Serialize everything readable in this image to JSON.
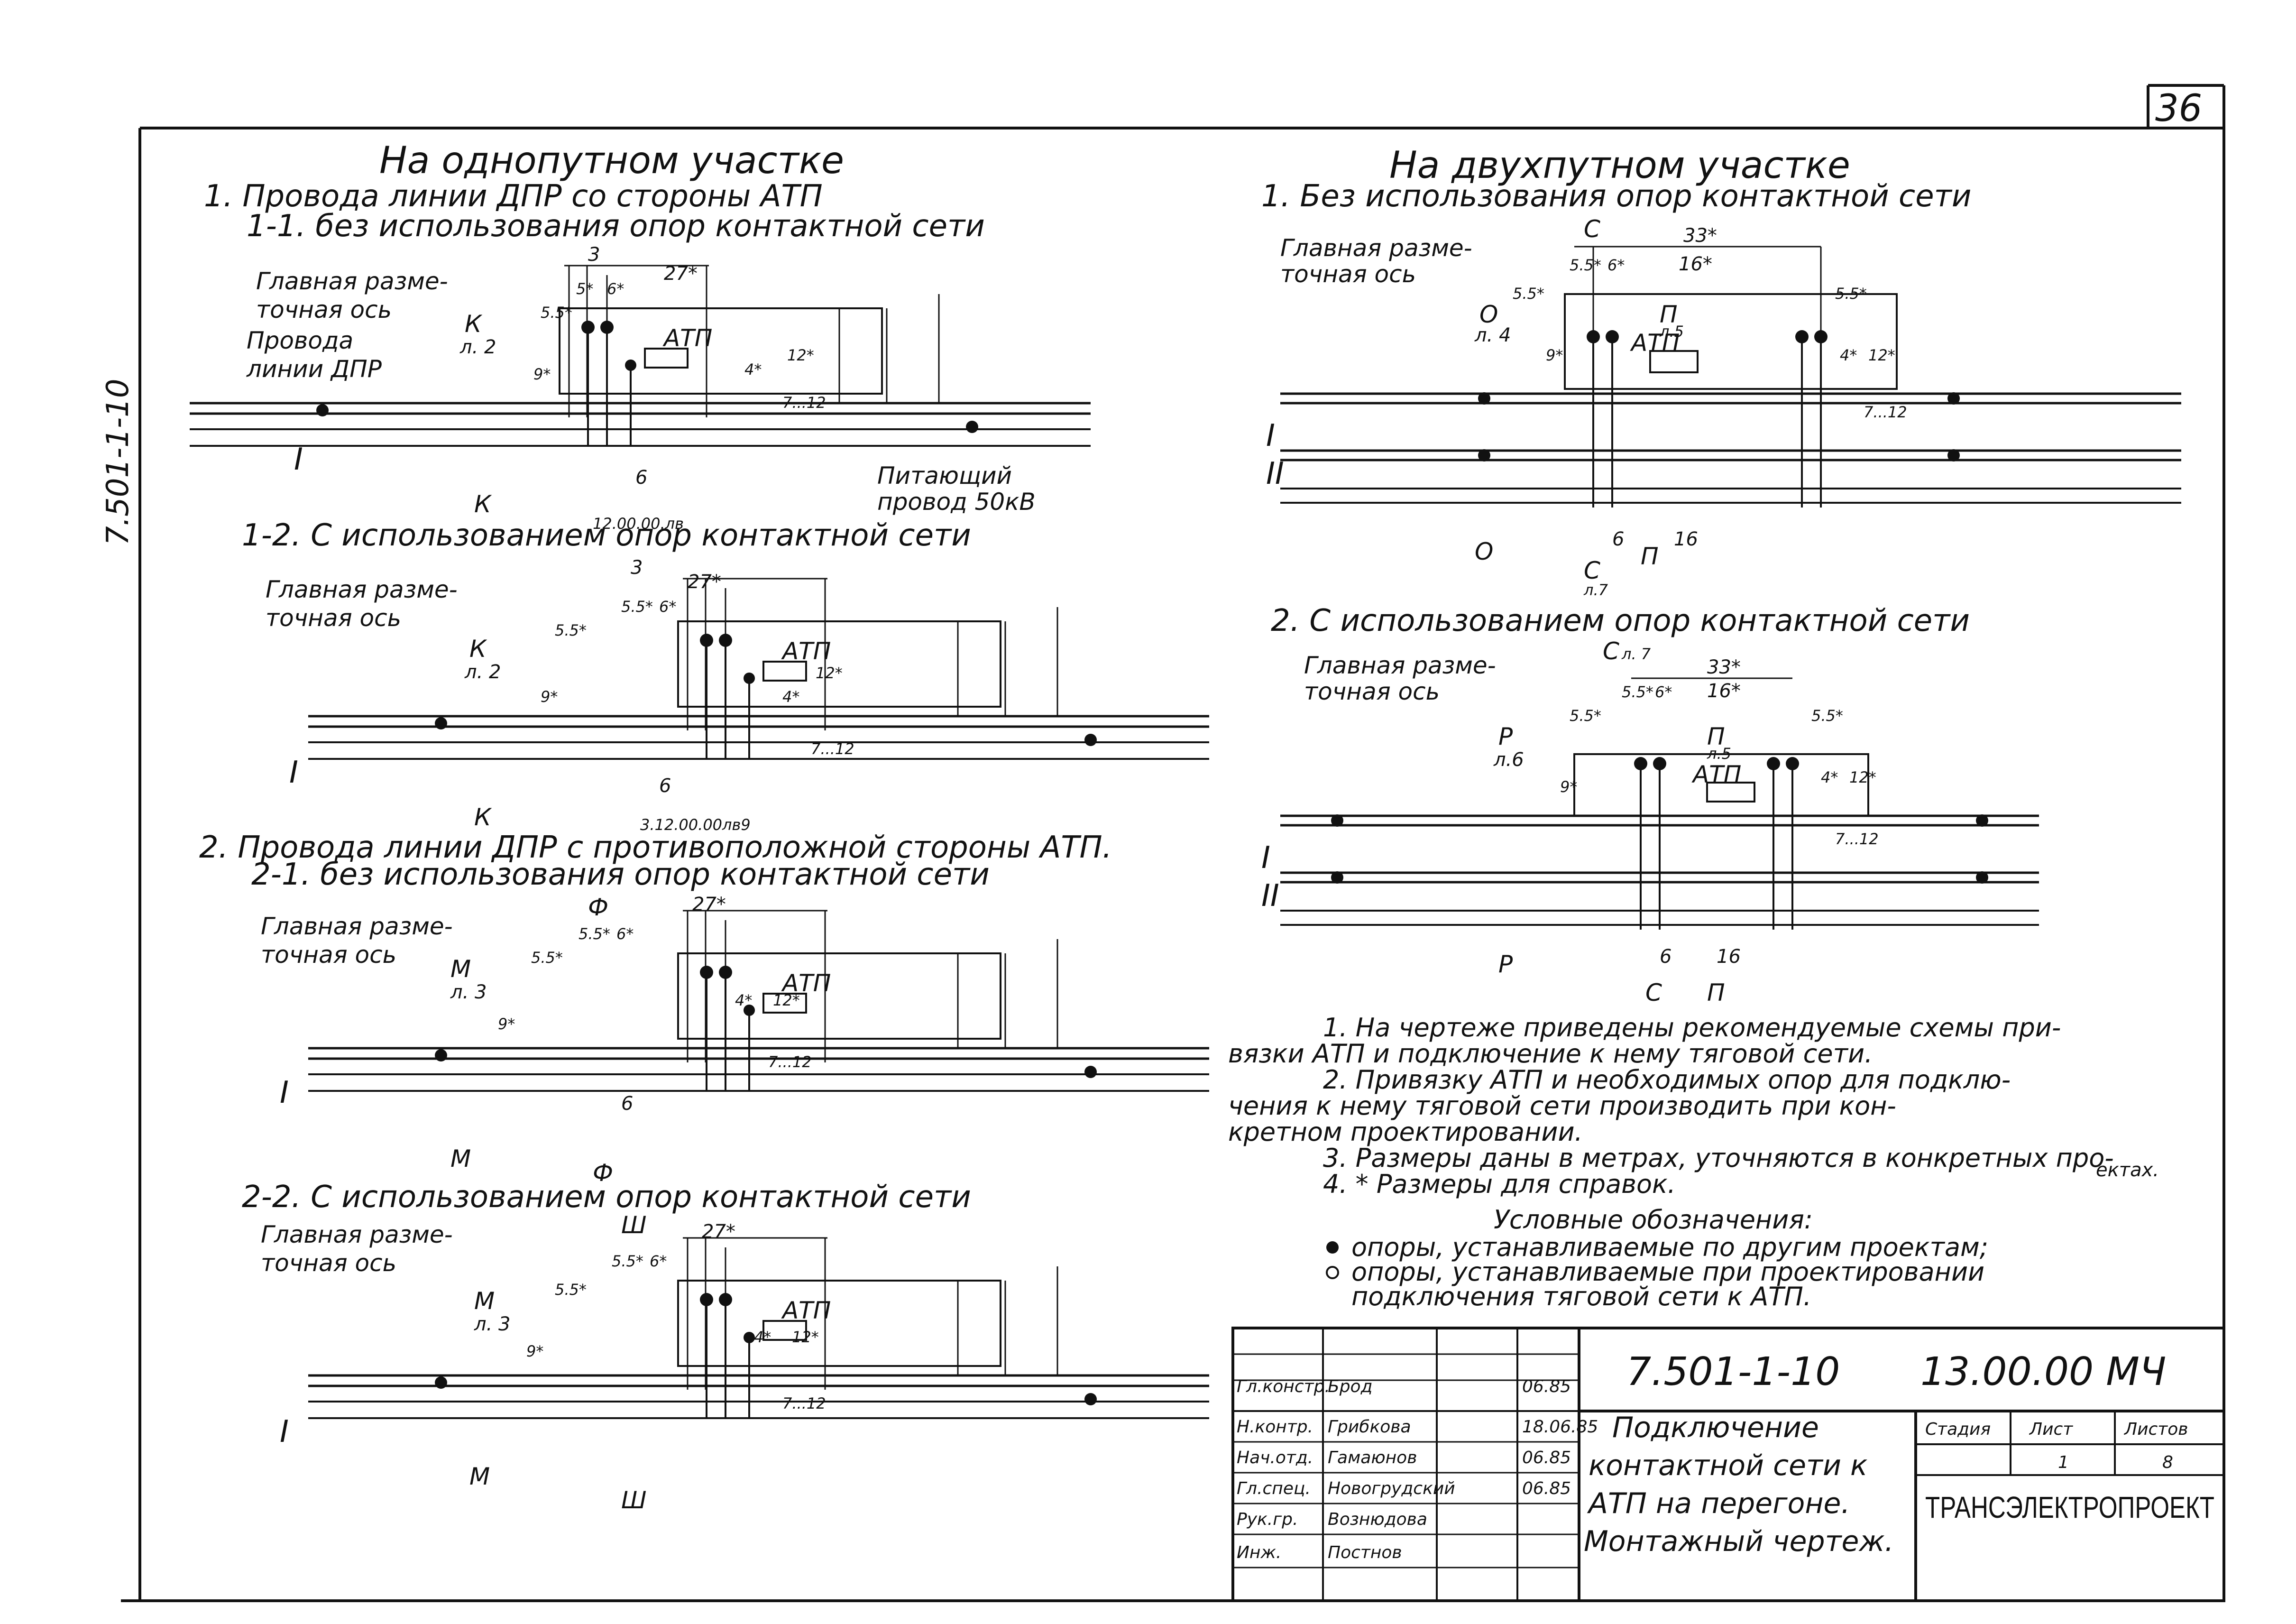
{
  "page_number": "36",
  "side_code": "7.501-1-10",
  "left": {
    "title": "На однопутном участке",
    "section1_title": "1. Провода линии ДПР со стороны АТП",
    "section2_title": "2. Провода линии ДПР с противоположной стороны АТП.",
    "d11": {
      "title": "1-1. без использования опор контактной сети",
      "axis_label": [
        "Главная разме-",
        "точная ось"
      ],
      "wire_label": [
        "Провода",
        "линии ДПР"
      ],
      "feeder_label": [
        "Питающий",
        "провод 50кВ"
      ],
      "cut_label": "К",
      "cut_sheet": "л. 2",
      "track": "I",
      "atp": "АТП",
      "dims": [
        "3",
        "27*",
        "5.5*",
        "5*",
        "6*",
        "9*",
        "4*",
        "12*",
        "7...12",
        "6"
      ]
    },
    "d12": {
      "title": "1-2. С использованием опор контактной сети",
      "ref_top": "12.00.00.лв",
      "axis_label": [
        "Главная разме-",
        "точная ось"
      ],
      "cut_label": "К",
      "cut_sheet": "л. 2",
      "track": "I",
      "atp": "АТП",
      "ref_bottom": "3.12.00.00лв9",
      "dims": [
        "3",
        "27*",
        "5.5*",
        "5.5*",
        "6*",
        "9*",
        "4*",
        "12*",
        "7...12",
        "6"
      ]
    },
    "d21": {
      "title": "2-1. без использования опор контактной сети",
      "axis_label": [
        "Главная разме-",
        "точная ось"
      ],
      "cut_label": "М",
      "cut_sheet": "л. 3",
      "top_label": "Ф",
      "bottom_label": "Ф",
      "track": "I",
      "atp": "АТП",
      "dims": [
        "27*",
        "5.5*",
        "5.5*",
        "6*",
        "9*",
        "4*",
        "12*",
        "7...12",
        "6"
      ]
    },
    "d22": {
      "title": "2-2. С использованием опор контактной сети",
      "axis_label": [
        "Главная разме-",
        "точная ось"
      ],
      "cut_label": "М",
      "cut_sheet": "л. 3",
      "top_label": "Ш",
      "bottom_label": "Ш",
      "track": "I",
      "atp": "АТП",
      "dims": [
        "27*",
        "5.5*",
        "5.5*",
        "6*",
        "9*",
        "4*",
        "12*",
        "7...12"
      ]
    }
  },
  "right": {
    "title": "На двухпутном участке",
    "d1": {
      "title": "1. Без использования опор контактной сети",
      "axis_label": [
        "Главная разме-",
        "точная ось"
      ],
      "cut_o": "О",
      "cut_o_sheet": "л. 4",
      "cut_c": "С",
      "cut_p": "П",
      "cut_p_sheet": "л.5",
      "tracks": [
        "I",
        "II"
      ],
      "atp": "АТП",
      "bottom_c": "С",
      "bottom_c_sheet": "л.7",
      "dims": [
        "33*",
        "5.5*",
        "6*",
        "16*",
        "5.5*",
        "5.5*",
        "9*",
        "4*",
        "12*",
        "7...12",
        "6",
        "16"
      ]
    },
    "d2": {
      "title": "2. С использованием опор контактной сети",
      "axis_label": [
        "Главная разме-",
        "точная ось"
      ],
      "cut_r": "Р",
      "cut_r_sheet": "л.6",
      "cut_c": "С",
      "cut_c_sheet": "л. 7",
      "cut_p": "П",
      "cut_p_sheet": "л.5",
      "tracks": [
        "I",
        "II"
      ],
      "atp": "АТП",
      "dims": [
        "33*",
        "5.5*",
        "6*",
        "16*",
        "5.5*",
        "5.5*",
        "9*",
        "4*",
        "12*",
        "7...12",
        "6",
        "16"
      ]
    },
    "notes": [
      "1. На чертеже приведены рекомендуемые схемы при-",
      "вязки АТП и подключение к нему тяговой сети.",
      "2. Привязку АТП и необходимых опор для подклю-",
      "чения к нему тяговой сети производить при кон-",
      "кретном проектировании.",
      "3. Размеры даны в метрах, уточняются в конкретных про-",
      "ектах.",
      "4. * Размеры для справок."
    ],
    "legend_title": "Условные обозначения:",
    "legend": [
      "опоры, устанавливаемые по другим проектам;",
      "опоры, устанавливаемые при проектировании",
      "подключения тяговой сети к АТП."
    ]
  },
  "title_block": {
    "doc_code": "7.501-1-10",
    "drawing_code": "13.00.00 МЧ",
    "title_lines": [
      "Подключение",
      "контактной сети к",
      "АТП на перегоне.",
      "Монтажный чертеж."
    ],
    "stage_header": "Стадия",
    "sheet_header": "Лист",
    "sheets_header": "Листов",
    "sheet": "1",
    "sheets": "8",
    "organization": "ТРАНСЭЛЕКТРОПРОЕКТ",
    "signatures": [
      {
        "role": "Гл.констр.",
        "name": "Брод",
        "date": "06.85"
      },
      {
        "role": "Н.контр.",
        "name": "Грибкова",
        "date": "18.06.85"
      },
      {
        "role": "Нач.отд.",
        "name": "Гамаюнов",
        "date": "06.85"
      },
      {
        "role": "Гл.спец.",
        "name": "Новогрудский",
        "date": "06.85"
      },
      {
        "role": "Рук.гр.",
        "name": "Вознюдова",
        "date": ""
      },
      {
        "role": "Инж.",
        "name": "Постнов",
        "date": ""
      }
    ]
  }
}
